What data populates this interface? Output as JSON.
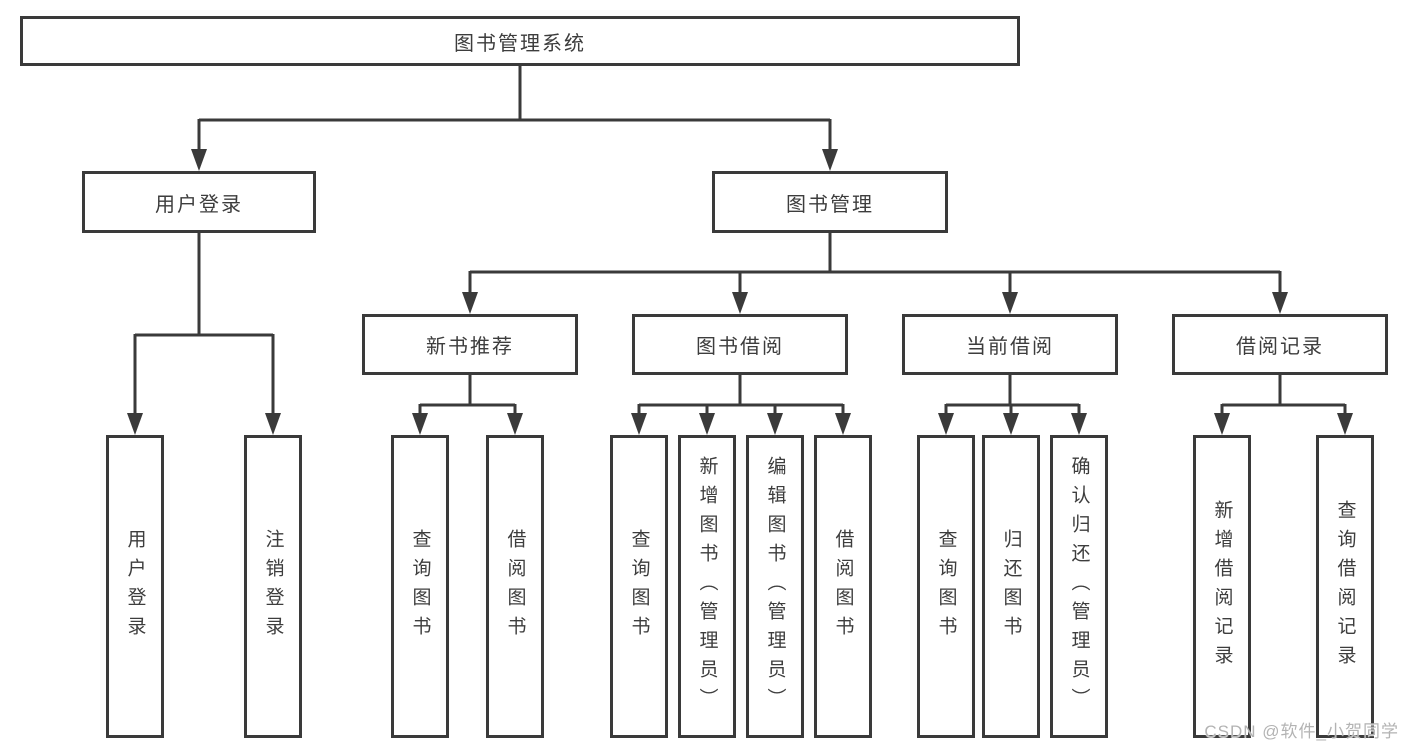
{
  "diagram": {
    "root": {
      "label": "图书管理系统"
    },
    "branches": [
      {
        "label": "用户登录",
        "children": [
          {
            "label": "用户登录"
          },
          {
            "label": "注销登录"
          }
        ]
      },
      {
        "label": "图书管理",
        "sections": [
          {
            "label": "新书推荐",
            "children": [
              {
                "label": "查询图书"
              },
              {
                "label": "借阅图书"
              }
            ]
          },
          {
            "label": "图书借阅",
            "children": [
              {
                "label": "查询图书"
              },
              {
                "label": "新增图书（管理员）"
              },
              {
                "label": "编辑图书（管理员）"
              },
              {
                "label": "借阅图书"
              }
            ]
          },
          {
            "label": "当前借阅",
            "children": [
              {
                "label": "查询图书"
              },
              {
                "label": "归还图书"
              },
              {
                "label": "确认归还（管理员）"
              }
            ]
          },
          {
            "label": "借阅记录",
            "children": [
              {
                "label": "新增借阅记录"
              },
              {
                "label": "查询借阅记录"
              }
            ]
          }
        ]
      }
    ]
  },
  "watermark": {
    "text": "CSDN @软件_小贺同学"
  },
  "colors": {
    "line": "#3a3a3a",
    "box_border": "#3a3a3a",
    "text": "#3d3d3d",
    "watermark": "#b3b3b3",
    "background": "#ffffff"
  }
}
